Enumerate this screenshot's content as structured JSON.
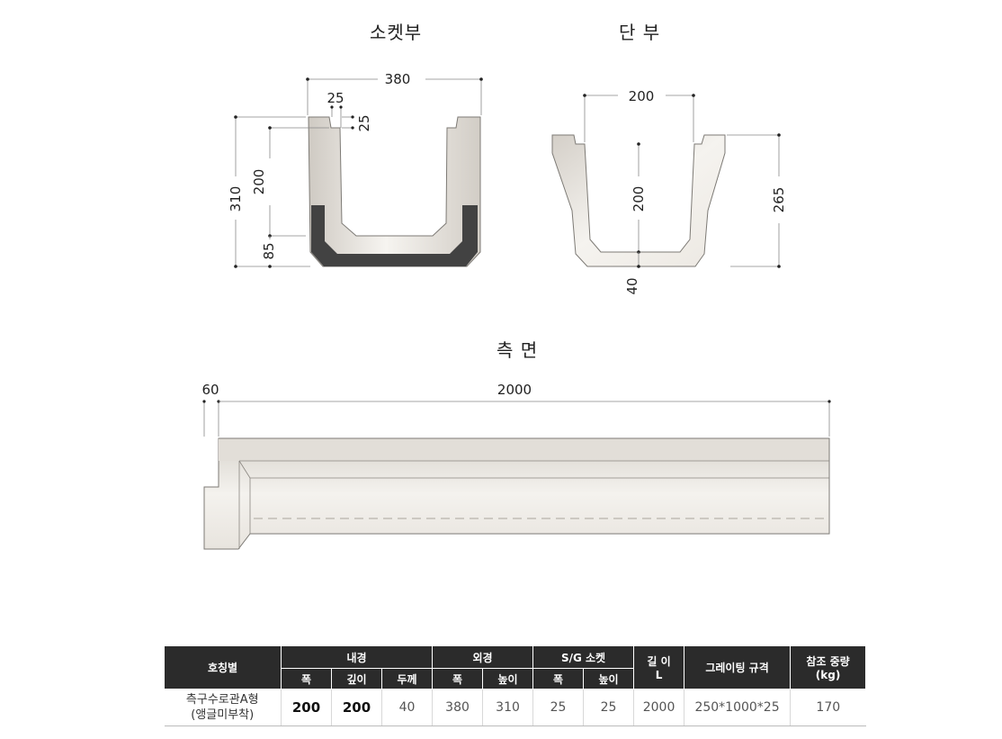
{
  "titles": {
    "socket": "소켓부",
    "end": "단 부",
    "side": "측 면"
  },
  "dimensions": {
    "socket": {
      "width": "380",
      "step_w": "25",
      "step_h": "25",
      "total_h": "310",
      "inner_h": "200",
      "bottom": "85"
    },
    "end": {
      "inner_w": "200",
      "inner_h": "200",
      "total_h": "265",
      "thick": "40"
    },
    "side": {
      "socket_len": "60",
      "length": "2000"
    }
  },
  "table": {
    "h_name": "호칭별",
    "h_inner": "내경",
    "h_outer": "외경",
    "h_sg": "S/G 소켓",
    "h_len_1": "길 이",
    "h_len_2": "L",
    "h_grating": "그레이팅 규격",
    "h_weight_1": "참조 중량",
    "h_weight_2": "(kg)",
    "sub_w": "폭",
    "sub_d": "깊이",
    "sub_t": "두께",
    "sub_w2": "폭",
    "sub_h": "높이",
    "sub_w3": "폭",
    "sub_h2": "높이",
    "row": {
      "name_1": "측구수로관A형",
      "name_2": "(앵글미부착)",
      "inner_w": "200",
      "inner_d": "200",
      "inner_t": "40",
      "outer_w": "380",
      "outer_h": "310",
      "sg_w": "25",
      "sg_h": "25",
      "length": "2000",
      "grating": "250*1000*25",
      "weight": "170"
    }
  },
  "colors": {
    "concrete_light": "#f7f5f1",
    "concrete_dark": "#cfcac3",
    "socket_band": "#424242",
    "header_bg": "#2b2b2b"
  }
}
